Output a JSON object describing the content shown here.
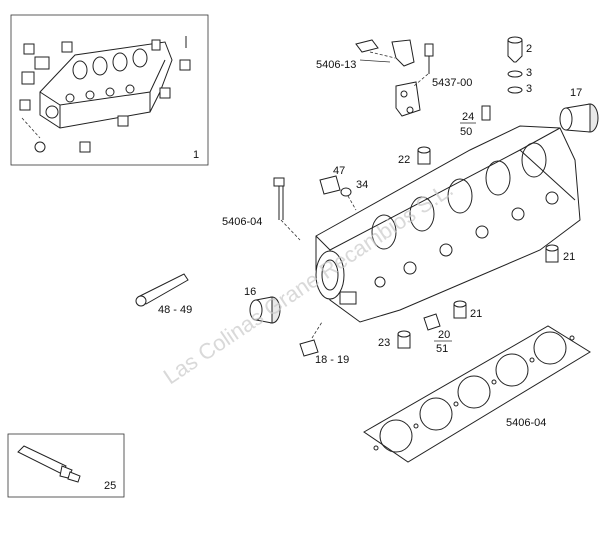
{
  "labels": {
    "l1": "1",
    "l2": "2",
    "l3a": "3",
    "l3b": "3",
    "l17": "17",
    "l5406_13": "5406-13",
    "l5437_00": "5437-00",
    "l24": "24",
    "l50": "50",
    "l22": "22",
    "l47": "47",
    "l34": "34",
    "l5406_04_top": "5406-04",
    "l21a": "21",
    "l16": "16",
    "l48_49": "48 - 49",
    "l21b": "21",
    "l20": "20",
    "l51": "51",
    "l23": "23",
    "l18_19": "18 - 19",
    "l5406_04_gasket": "5406-04",
    "l25": "25"
  },
  "watermark": "Las Colinas Grane Recambios S.L."
}
